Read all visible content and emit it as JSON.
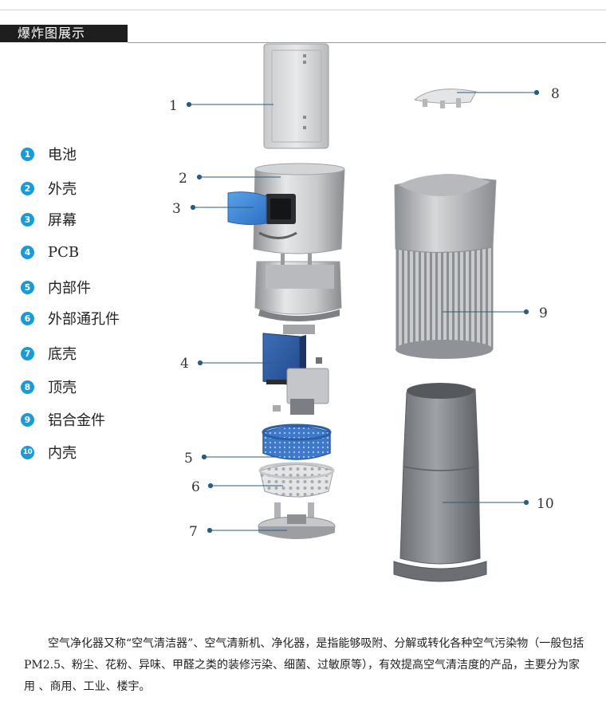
{
  "page": {
    "title": "爆炸图展示"
  },
  "legend": [
    {
      "num": "1",
      "label": "电池"
    },
    {
      "num": "2",
      "label": "外壳"
    },
    {
      "num": "3",
      "label": "屏幕"
    },
    {
      "num": "4",
      "label": "PCB"
    },
    {
      "num": "5",
      "label": "内部件"
    },
    {
      "num": "6",
      "label": "外部通孔件"
    },
    {
      "num": "7",
      "label": "底壳"
    },
    {
      "num": "8",
      "label": "顶壳"
    },
    {
      "num": "9",
      "label": "铝合金件"
    },
    {
      "num": "10",
      "label": "内壳"
    }
  ],
  "callouts": {
    "c1": "1",
    "c2": "2",
    "c3": "3",
    "c4": "4",
    "c5": "5",
    "c6": "6",
    "c7": "7",
    "c8": "8",
    "c9": "9",
    "c10": "10"
  },
  "description": "空气净化器又称“空气清洁器”、空气清新机、净化器，是指能够吸附、分解或转化各种空气污染物（一般包括PM2.5、粉尘、花粉、异味、甲醛之类的装修污染、细菌、过敏原等），有效提高空气清洁度的产品，主要分为家用 、商用、工业、楼宇。",
  "colors": {
    "accent": "#1a9bd8",
    "leader_line": "#2a5d7f",
    "header_bg": "#1e1e1e"
  }
}
